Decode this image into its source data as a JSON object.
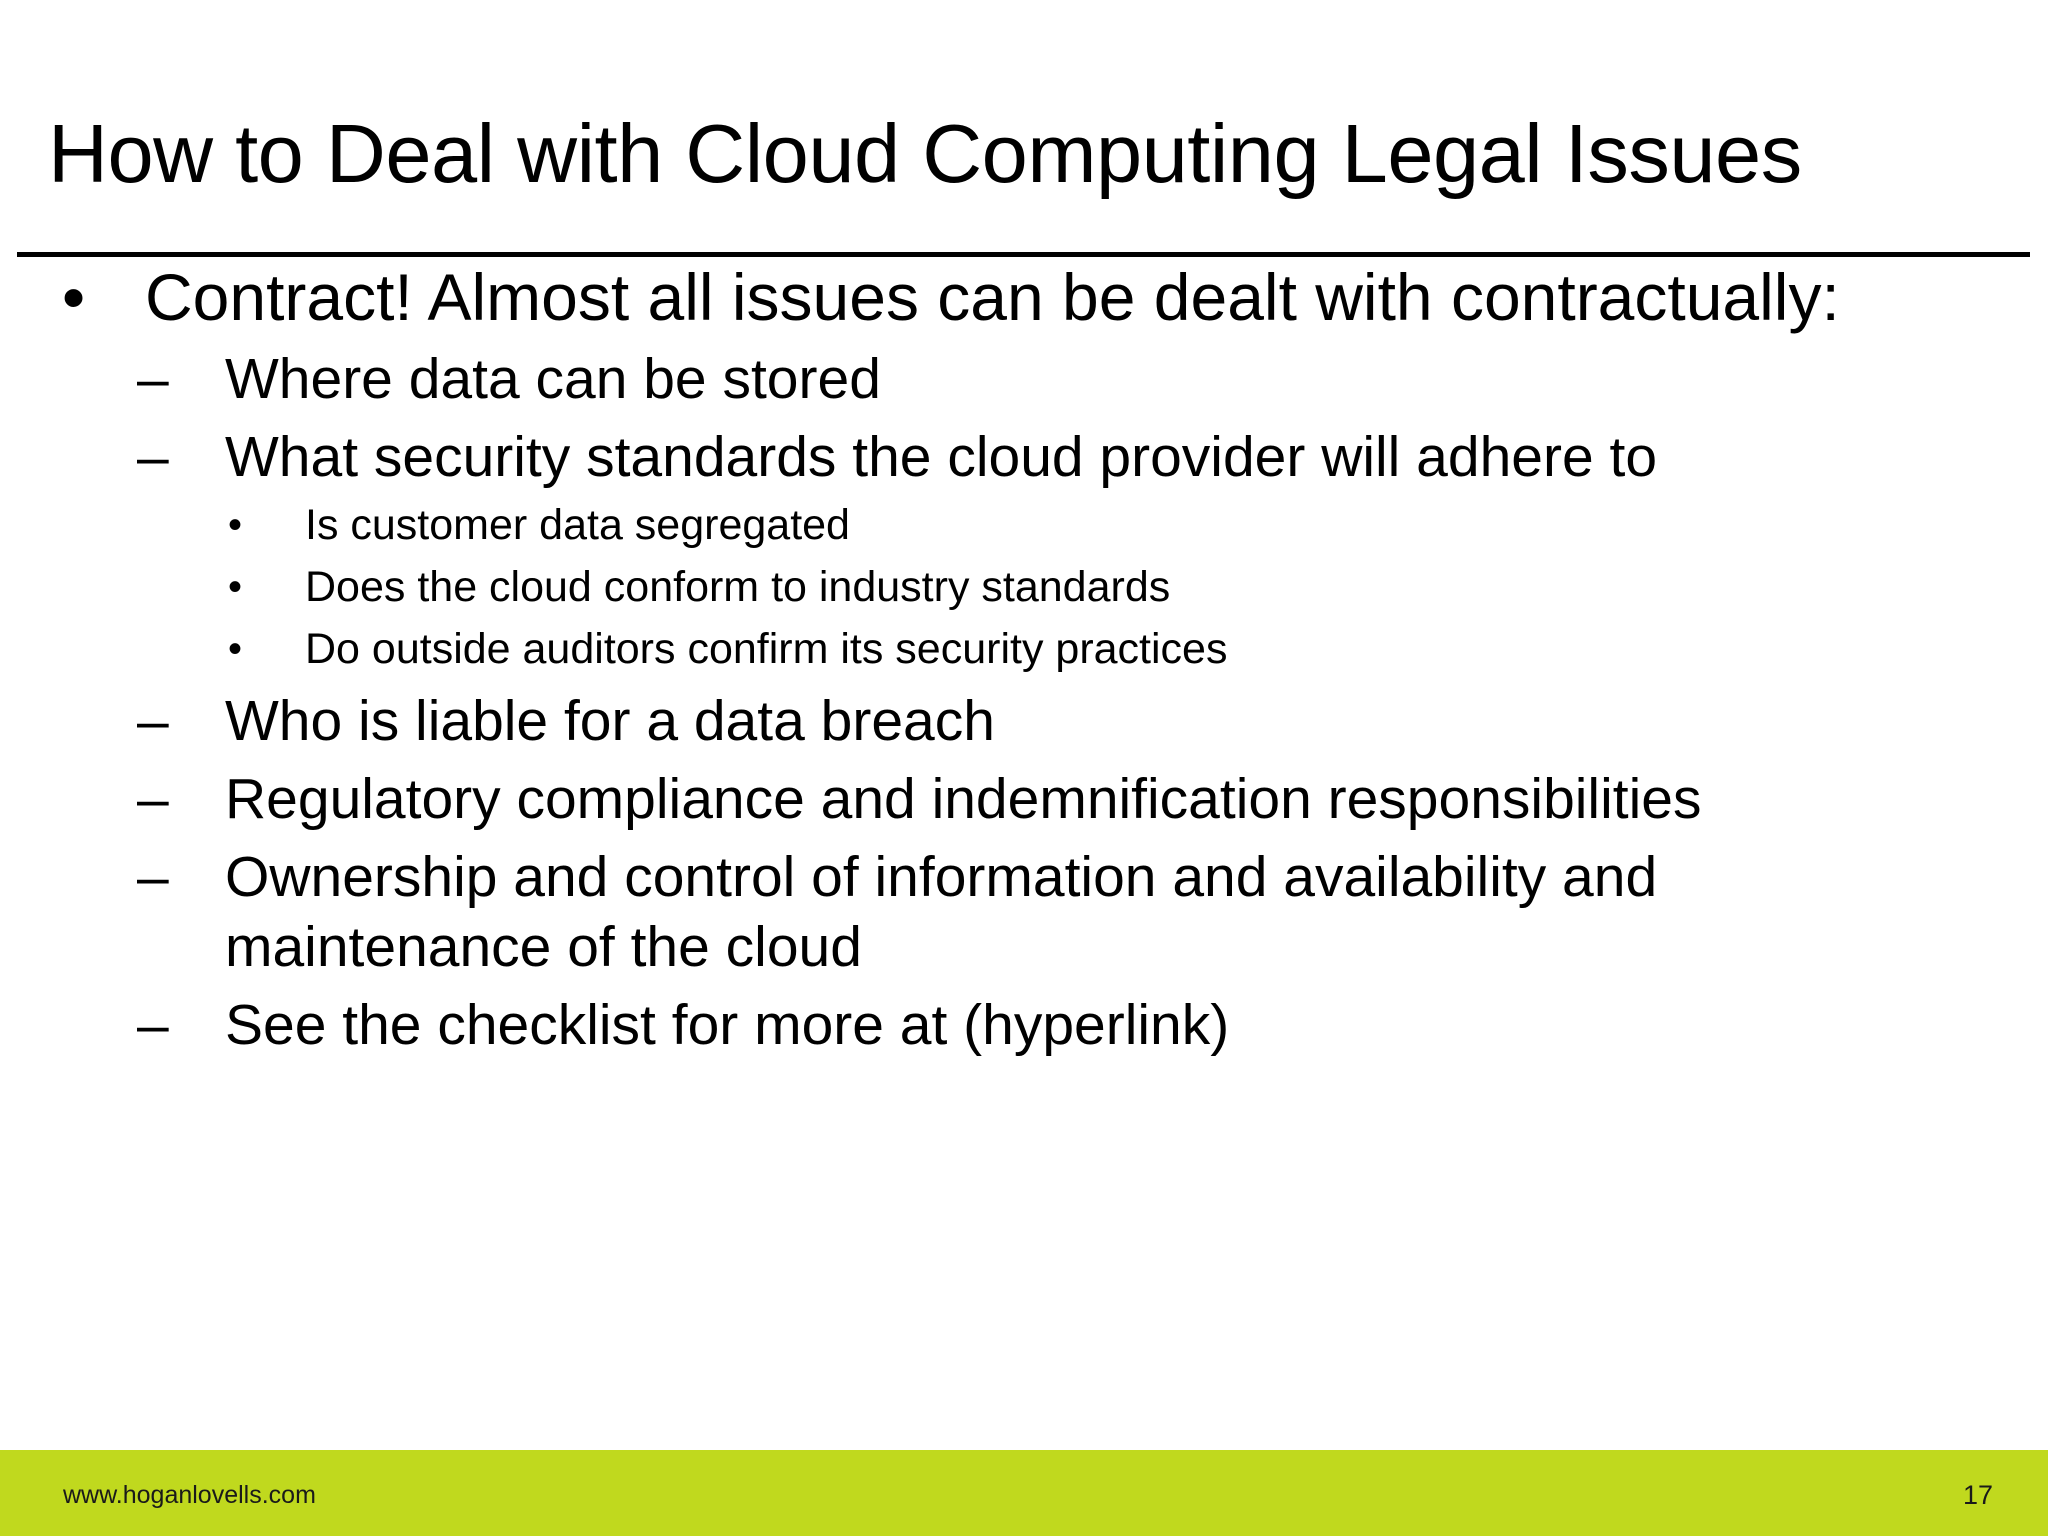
{
  "slide": {
    "title": "How to Deal with Cloud Computing Legal Issues",
    "page_number": "17",
    "footer_url": "www.hoganlovells.com",
    "colors": {
      "footer_bar": "#c0d91e",
      "text": "#000000",
      "background": "#ffffff",
      "rule": "#000000"
    },
    "markers": {
      "level1": "•",
      "level2": "–",
      "level3": "•"
    },
    "content": {
      "level1_bullet": "Contract! Almost all issues can be dealt with contractually:",
      "level2_bullets": [
        "Where data can be stored",
        "What security standards the cloud provider will adhere to",
        "Who is liable for a data breach",
        "Regulatory compliance and indemnification responsibilities",
        "Ownership and control of information and availability and maintenance of the cloud",
        "See the checklist for more at (hyperlink)"
      ],
      "level3_bullets": [
        "Is customer data segregated",
        "Does the cloud conform to industry standards",
        "Do outside auditors confirm its security practices"
      ]
    }
  }
}
